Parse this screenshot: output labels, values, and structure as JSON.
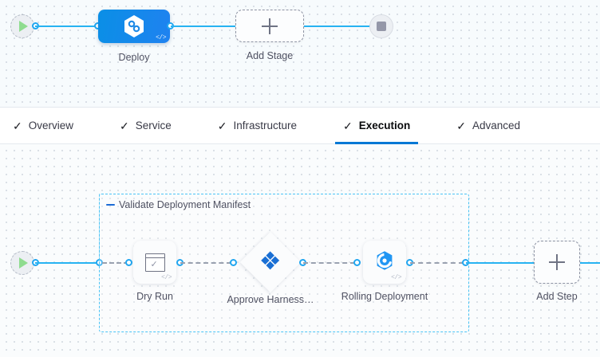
{
  "colors": {
    "accent_blue": "#0278d5",
    "connector_blue": "#27b3f2",
    "group_border": "#49c3f5",
    "node_gradient_from": "#0a8fe6",
    "node_gradient_to": "#1f82f0",
    "play_green": "#8fdc8f",
    "stop_gray": "#9497a8",
    "canvas_bg": "#f7fbfd",
    "label_gray": "#4f5162"
  },
  "stage_canvas": {
    "start_node": {
      "name": "pipeline-start",
      "icon": "play-icon"
    },
    "end_node": {
      "name": "pipeline-end",
      "icon": "stop-icon"
    },
    "stage": {
      "label": "Deploy",
      "icon": "harness-hexagon-icon",
      "code_badge": "</>"
    },
    "add_stage": {
      "label": "Add Stage",
      "icon": "plus-icon"
    }
  },
  "tabs": [
    {
      "label": "Overview",
      "icon": "check-icon",
      "active": false
    },
    {
      "label": "Service",
      "icon": "check-icon",
      "active": false
    },
    {
      "label": "Infrastructure",
      "icon": "check-icon",
      "active": false
    },
    {
      "label": "Execution",
      "icon": "check-icon",
      "active": true
    },
    {
      "label": "Advanced",
      "icon": "check-icon",
      "active": false
    }
  ],
  "step_canvas": {
    "start_node": {
      "name": "execution-start",
      "icon": "play-icon"
    },
    "group": {
      "title": "Validate Deployment Manifest",
      "collapse_icon": "minus-icon"
    },
    "steps": [
      {
        "label": "Dry Run",
        "icon": "shell-script-check-icon",
        "shape": "square",
        "code_badge": "</>"
      },
      {
        "label": "Approve Harness…",
        "icon": "harness-approval-icon",
        "shape": "diamond",
        "code_badge": ""
      },
      {
        "label": "Rolling Deployment",
        "icon": "rolling-deployment-icon",
        "shape": "square",
        "code_badge": "</>"
      }
    ],
    "add_step": {
      "label": "Add Step",
      "icon": "plus-icon"
    }
  }
}
